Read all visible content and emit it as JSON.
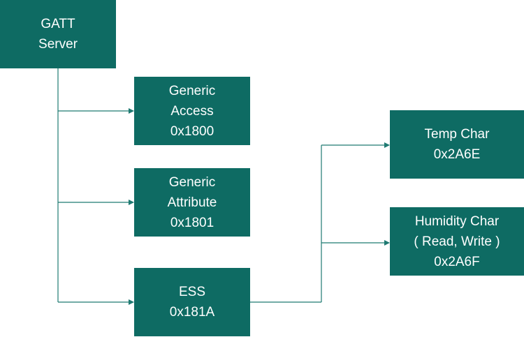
{
  "diagram": {
    "accent_color": "#0e6b63",
    "connector_color": "#1f7a72",
    "nodes": {
      "gatt_server": {
        "line1": "GATT",
        "line2": "Server"
      },
      "generic_access": {
        "line1": "Generic",
        "line2": "Access",
        "line3": "0x1800"
      },
      "generic_attribute": {
        "line1": "Generic",
        "line2": "Attribute",
        "line3": "0x1801"
      },
      "ess": {
        "line1": "ESS",
        "line2": "0x181A"
      },
      "temp_char": {
        "line1": "Temp Char",
        "line2": "0x2A6E"
      },
      "humidity_char": {
        "line1": "Humidity Char",
        "line2": "( Read, Write )",
        "line3": "0x2A6F"
      }
    },
    "edges": [
      {
        "from": "gatt_server",
        "to": "generic_access"
      },
      {
        "from": "gatt_server",
        "to": "generic_attribute"
      },
      {
        "from": "gatt_server",
        "to": "ess"
      },
      {
        "from": "ess",
        "to": "temp_char"
      },
      {
        "from": "ess",
        "to": "humidity_char"
      }
    ]
  }
}
